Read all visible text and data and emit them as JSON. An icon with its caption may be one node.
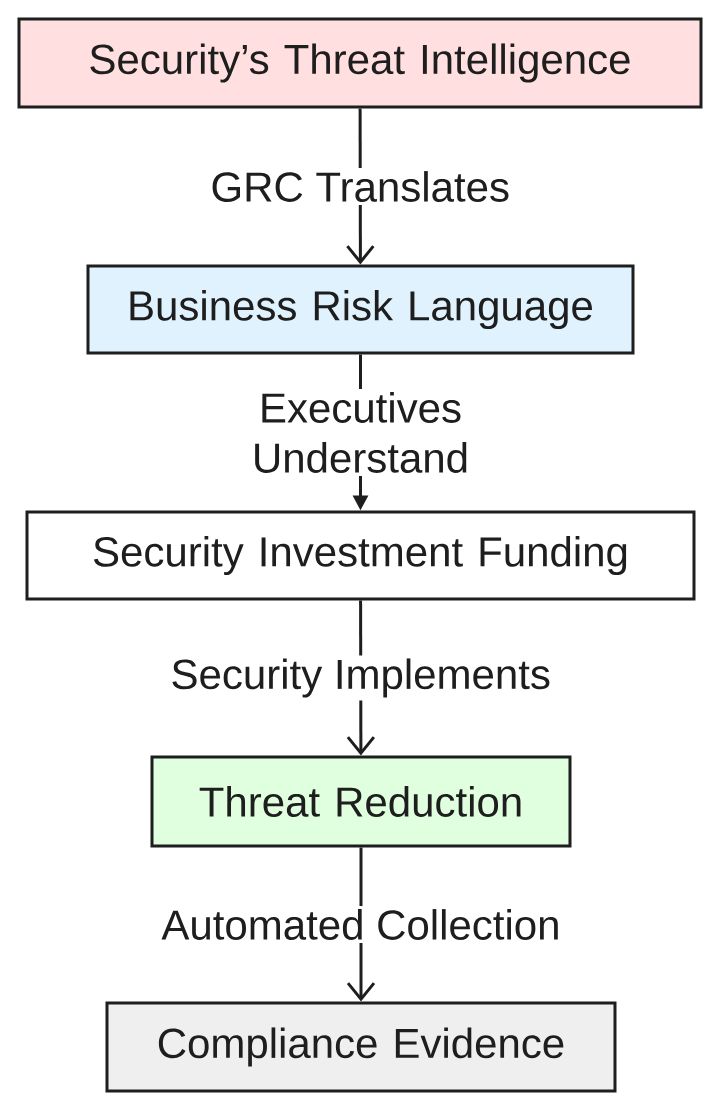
{
  "diagram": {
    "nodes": [
      {
        "text": [
          "Security’s Threat Intelligence"
        ]
      },
      {
        "text": [
          "Business Risk Language"
        ]
      },
      {
        "text": [
          "Security Investment Funding"
        ]
      },
      {
        "text": [
          "Threat Reduction"
        ]
      },
      {
        "text": [
          "Compliance Evidence"
        ]
      }
    ],
    "edges": [
      {
        "from": 0,
        "to": 1,
        "arrow": "to",
        "label": "GRC Translates"
      },
      {
        "from": 1,
        "to": 2,
        "arrow": "to",
        "label": "Executives Understand"
      },
      {
        "from": 2,
        "to": 3,
        "arrow": "to",
        "label": "Security Implements"
      },
      {
        "from": 3,
        "to": 4,
        "arrow": "to",
        "label": "Automated Collection"
      }
    ]
  }
}
